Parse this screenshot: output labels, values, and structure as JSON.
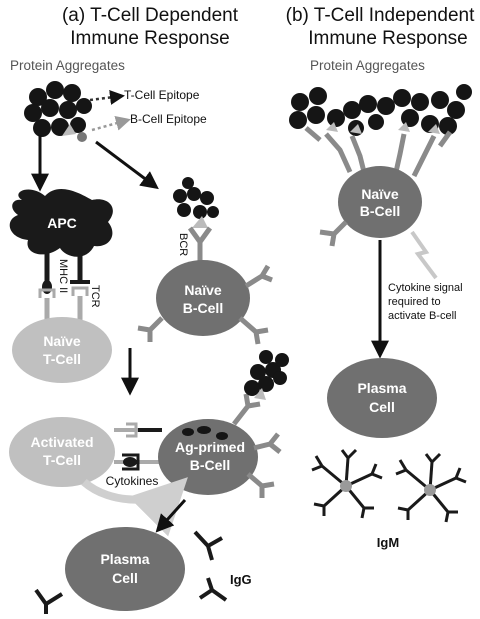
{
  "panel_a": {
    "title_line1": "(a) T-Cell Dependent",
    "title_line2": "Immune Response",
    "aggregates_label": "Protein Aggregates",
    "tcell_epitope_label": "T-Cell Epitope",
    "bcell_epitope_label": "B-Cell Epitope",
    "apc_label": "APC",
    "mhc_label": "MHC II",
    "tcr_label": "TCR",
    "bcr_label": "BCR",
    "naive_tcell_line1": "Naïve",
    "naive_tcell_line2": "T-Cell",
    "naive_bcell_line1": "Naïve",
    "naive_bcell_line2": "B-Cell",
    "activated_tcell_line1": "Activated",
    "activated_tcell_line2": "T-Cell",
    "agprimed_line1": "Ag-primed",
    "agprimed_line2": "B-Cell",
    "cytokines_label": "Cytokines",
    "plasma_line1": "Plasma",
    "plasma_line2": "Cell",
    "antibody_label": "IgG"
  },
  "panel_b": {
    "title_line1": "(b) T-Cell Independent",
    "title_line2": "Immune Response",
    "aggregates_label": "Protein Aggregates",
    "naive_bcell_line1": "Naïve",
    "naive_bcell_line2": "B-Cell",
    "cytokine_note_line1": "Cytokine signal",
    "cytokine_note_line2": "required to",
    "cytokine_note_line3": "activate B-cell",
    "plasma_line1": "Plasma",
    "plasma_line2": "Cell",
    "antibody_label": "IgM"
  },
  "colors": {
    "aggregate": "#151515",
    "cell_dark": "#6e6e6e",
    "cell_light": "#bdbdbd",
    "apc": "#1a1a1a",
    "receptor": "#8a8a8a"
  }
}
